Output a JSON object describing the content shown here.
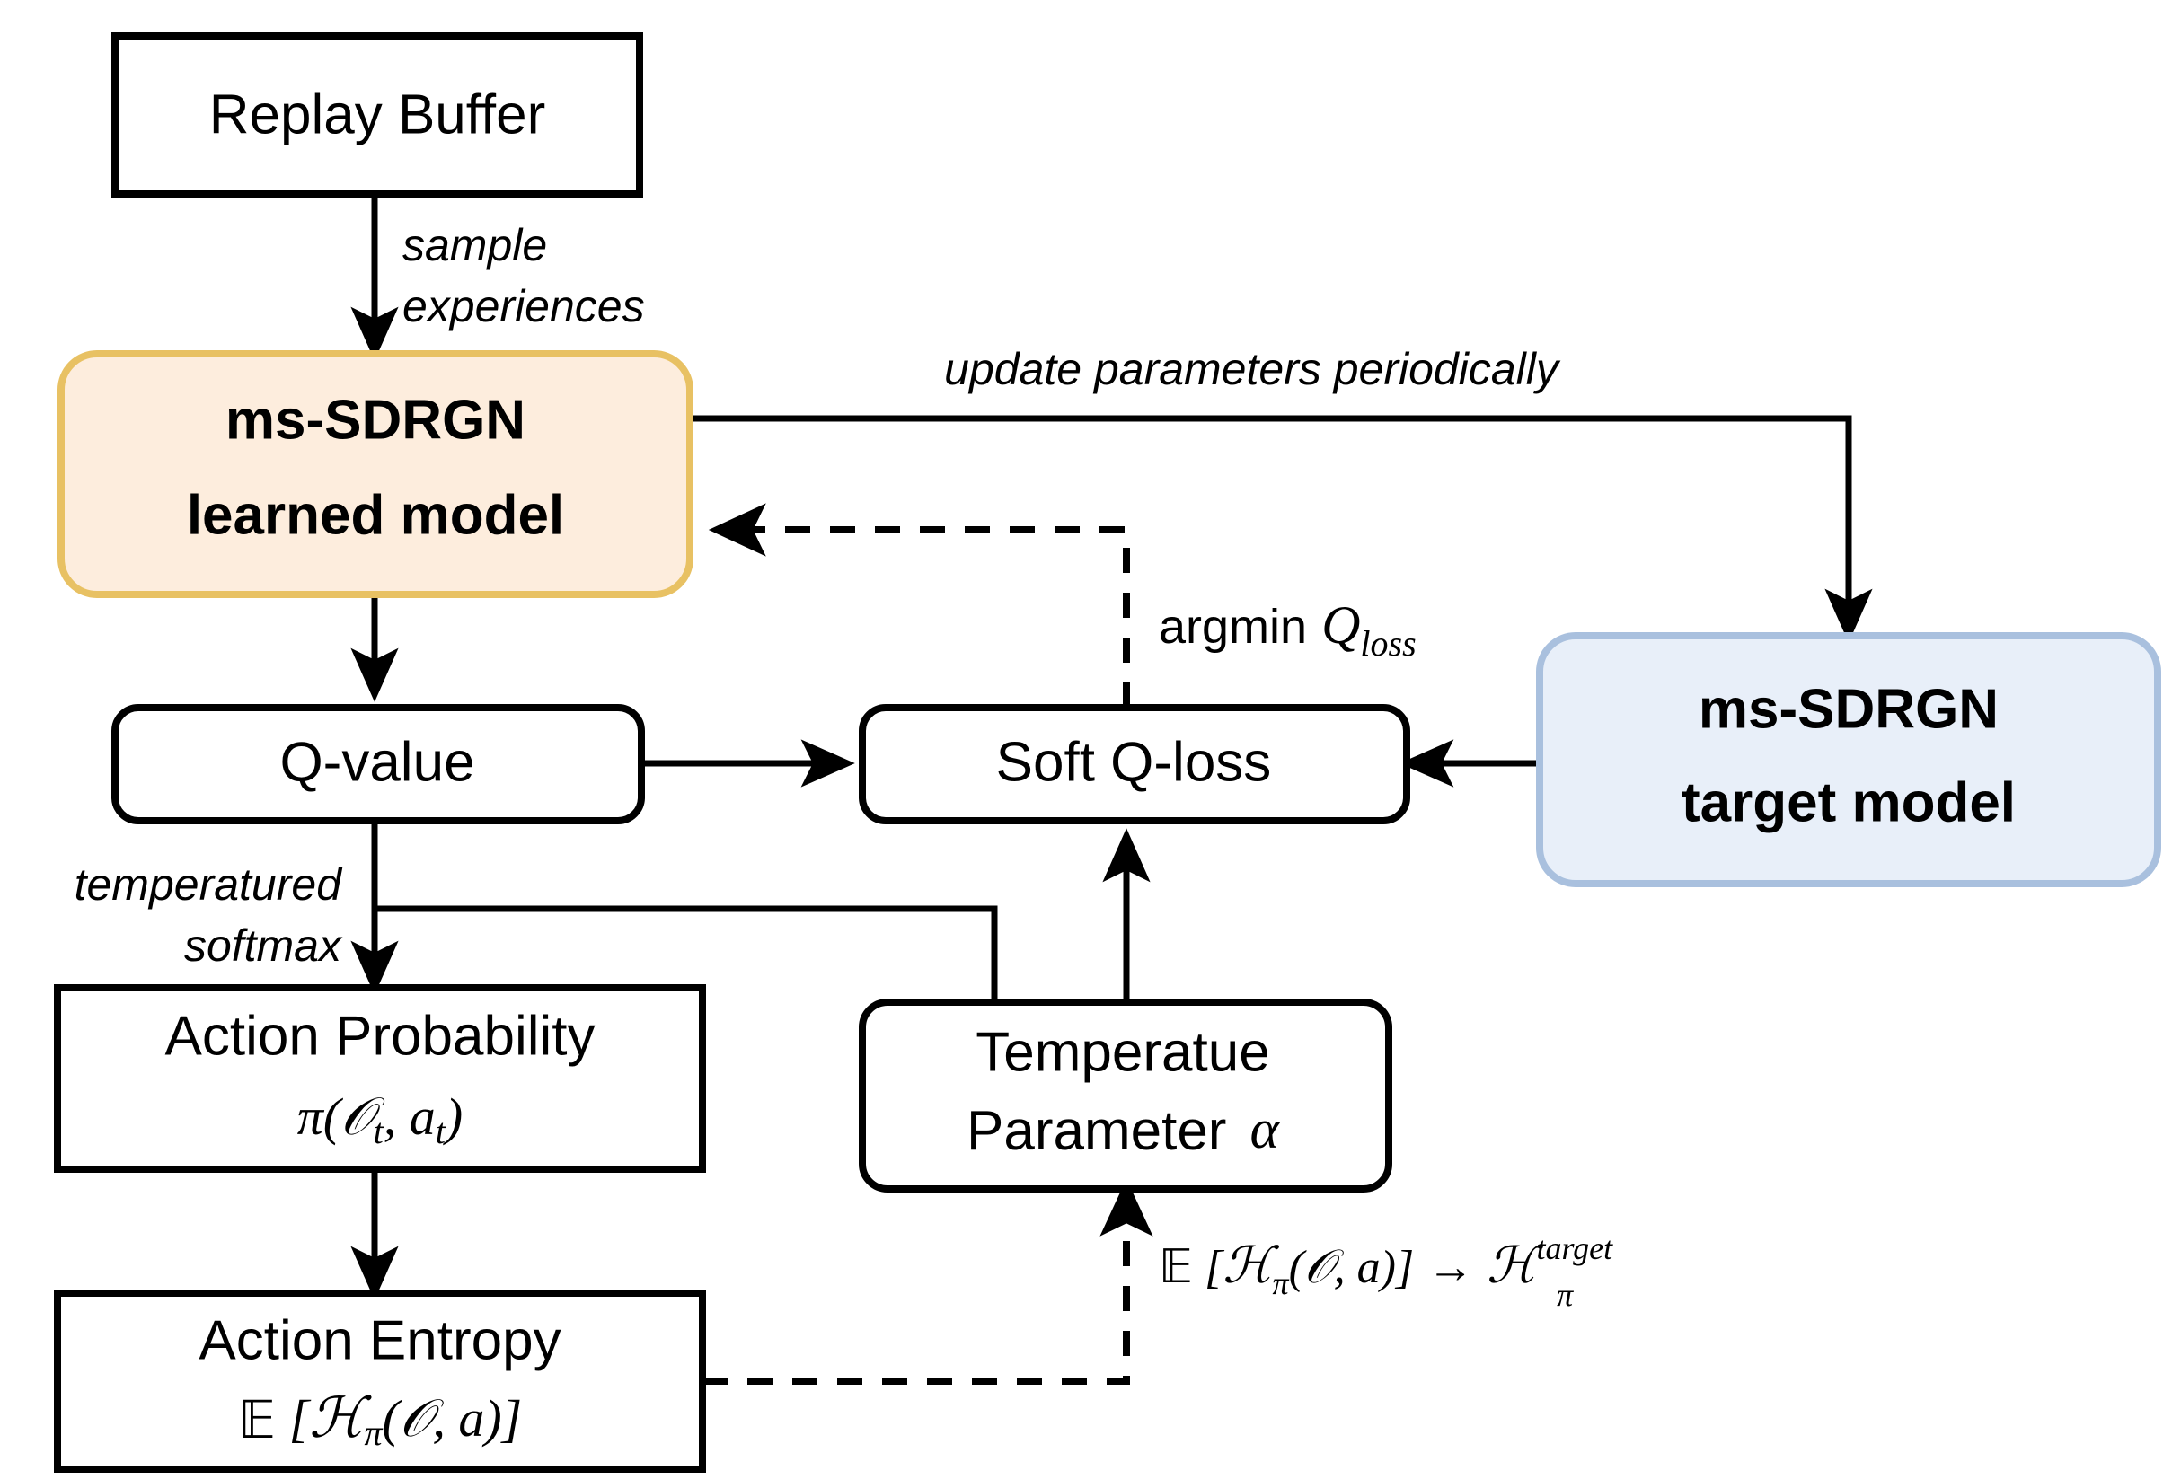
{
  "diagram": {
    "title": "ms-SDRGN soft actor-critic training flow",
    "colors": {
      "learned_model_fill": "#FDEDDD",
      "learned_model_border": "#E8C163",
      "target_model_fill": "#E8EFF9",
      "target_model_border": "#A9C0DE",
      "line": "#000000",
      "background": "#FFFFFF"
    },
    "nodes": {
      "replay_buffer": {
        "label": "Replay Buffer"
      },
      "learned_model": {
        "label_line1": "ms-SDRGN",
        "label_line2": "learned model"
      },
      "target_model": {
        "label_line1": "ms-SDRGN",
        "label_line2": "target model"
      },
      "q_value": {
        "label": "Q-value"
      },
      "soft_q_loss": {
        "label": "Soft Q-loss"
      },
      "action_probability": {
        "label": "Action Probability",
        "formula_pi": "π(",
        "formula_O": "𝒪",
        "formula_sub_t1": "t",
        "formula_comma": ", ",
        "formula_a": "a",
        "formula_sub_t2": "t",
        "formula_close": ")"
      },
      "temperature_parameter": {
        "label_line1": "Temperatue",
        "label_line2": "Parameter",
        "alpha": "α"
      },
      "action_entropy": {
        "label": "Action Entropy",
        "formula_E": "𝔼",
        "formula_open": " [",
        "formula_H": "ℋ",
        "formula_sub_pi": "π",
        "formula_args": "(𝒪, a)",
        "formula_close": "]"
      }
    },
    "edges": {
      "sample_experiences": {
        "line1": "sample",
        "line2": "experiences"
      },
      "update_parameters": {
        "label": "update parameters periodically"
      },
      "argmin_qloss": {
        "prefix": "argmin",
        "symbol_Q": "Q",
        "symbol_sub": "loss"
      },
      "temperatured_softmax": {
        "line1": "temperatured",
        "line2": "softmax"
      },
      "entropy_target": {
        "E": "𝔼",
        "open": " [",
        "H": "ℋ",
        "sub_pi": "π",
        "args": "(𝒪, a)",
        "close": "]",
        "arrow": " → ",
        "H2": "ℋ",
        "sup_target": "target",
        "sub_pi2": "π"
      }
    }
  }
}
